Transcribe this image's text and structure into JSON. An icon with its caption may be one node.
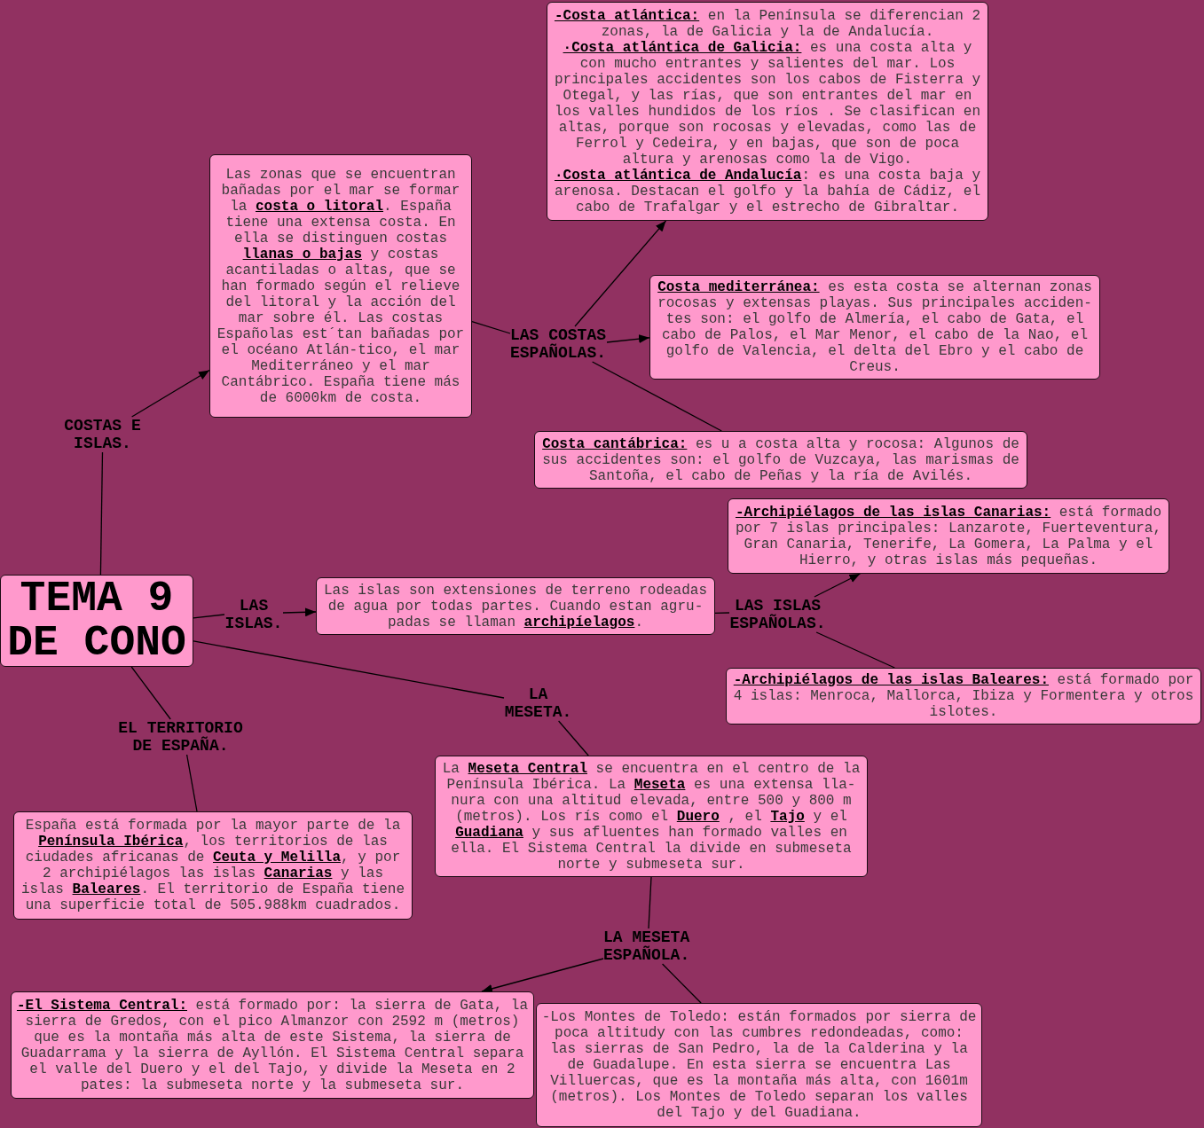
{
  "diagram": {
    "nodes": [
      {
        "text": [
          "TEMA 9 DE CONO"
        ]
      },
      {
        "text": [
          "COSTAS E ISLAS."
        ]
      },
      {
        "text": [
          "Las zonas que se encuentran bañadas por el mar se formar la **costa o litoral**. España tiene una extensa costa. En ella se distinguen costas **llanas o bajas** y costas acantiladas o altas, que se han formado según el relieve del litoral y la acción del mar sobre él. Las costas Españolas est´tan bañadas por el océano Atlán-tico, el mar Mediterráneo y el mar Cantábrico. España tiene más de 6000km de costa."
        ]
      },
      {
        "text": [
          "LAS COSTAS ESPAÑOLAS."
        ]
      },
      {
        "text": [
          "**-Costa atlántica:** en la Península se diferencian 2 zonas, la de Galicia y la de Andalucía.",
          "**·Costa atlántica de Galicia:** es una costa alta y con mucho entrantes y salientes del mar. Los principales accidentes son los cabos de Fisterra y Otegal, y las rías, que son entrantes del mar en los valles hundidos de los ríos . Se clasifican en altas, porque son rocosas y elevadas, como las de Ferrol y Cedeira, y en bajas, que son de poca altura y arenosas como la de Vigo.",
          "**·Costa atlántica de Andalucía**: es una costa baja y arenosa. Destacan el golfo y la bahía de Cádiz, el cabo de Trafalgar y el estrecho de Gibraltar."
        ]
      },
      {
        "text": [
          "**Costa mediterránea:** es esta costa se alternan zonas rocosas y extensas playas. Sus principales acciden-tes son: el golfo de Almería, el cabo de Gata, el cabo de Palos, el Mar Menor, el cabo de la Nao, el golfo de Valencia, el delta del Ebro y el cabo de Creus."
        ]
      },
      {
        "text": [
          "**Costa cantábrica:** es u a costa alta y rocosa: Algunos de sus accidentes son: el golfo de Vuzcaya, las marismas de Santoña, el cabo de Peñas y la ría de Avilés."
        ]
      },
      {
        "text": [
          "LAS ISLAS."
        ]
      },
      {
        "text": [
          "Las islas son extensiones de terreno rodeadas de agua por todas partes. Cuando estan agru-padas se llaman **archipíelagos**."
        ]
      },
      {
        "text": [
          "LAS ISLAS ESPAÑOLAS."
        ]
      },
      {
        "text": [
          "**-Archipiélagos de las islas Canarias:** está formado por 7 islas principales: Lanzarote, Fuerteventura, Gran Canaria, Tenerife, La Gomera, La Palma y el Hierro, y otras islas más pequeñas."
        ]
      },
      {
        "text": [
          "**-Archipiélagos de las islas Baleares:** está formado por 4 islas: Menroca, Mallorca, Ibiza y Formentera y otros islotes."
        ]
      },
      {
        "text": [
          "LA MESETA."
        ]
      },
      {
        "text": [
          "La **Meseta Central** se encuentra en el centro de la Península Ibérica. La **Meseta** es una extensa lla-nura con una altitud elevada, entre 500 y 800 m (metros). Los rís como el **Duero** , el **Tajo** y el **Guadiana** y sus afluentes han formado valles en ella. El Sistema Central la divide en submeseta norte y submeseta sur."
        ]
      },
      {
        "text": [
          "LA MESETA ESPAÑOLA."
        ]
      },
      {
        "text": [
          "**-El Sistema Central:** está formado por: la sierra de Gata, la sierra de Gredos, con el pico Almanzor con 2592 m (metros) que es la montaña más alta de este Sistema, la sierra de Guadarrama y la sierra de Ayllón. El Sistema Central separa el valle del Duero y el del Tajo, y divide la Meseta en 2 pates: la submeseta norte y la submeseta sur."
        ]
      },
      {
        "text": [
          "-Los Montes de Toledo: están formados por sierra de poca altitudy con las cumbres redondeadas, como: las sierras de San Pedro, la de la Calderina y la de Guadalupe. En esta sierra se encuentra Las Villuercas, que es la montaña más alta, con 1601m (metros). Los Montes de Toledo separan los valles del Tajo y del Guadiana."
        ]
      },
      {
        "text": [
          "EL TERRITORIO DE ESPAÑA."
        ]
      },
      {
        "text": [
          "España está formada por la mayor parte de la **Península Ibérica**, los territorios de las ciudades africanas de **Ceuta y Melilla**, y por 2 archipiélagos las islas **Canarias** y las islas **Baleares**. El territorio de España tiene una superficie total de 505.988km cuadrados."
        ]
      }
    ],
    "edges": [
      {
        "from": 0,
        "to": 1,
        "arrow": "none"
      },
      {
        "from": 1,
        "to": 2,
        "arrow": "to"
      },
      {
        "from": 2,
        "to": 3,
        "arrow": "none"
      },
      {
        "from": 3,
        "to": 4,
        "arrow": "to"
      },
      {
        "from": 3,
        "to": 5,
        "arrow": "to"
      },
      {
        "from": 3,
        "to": 6,
        "arrow": "none"
      },
      {
        "from": 0,
        "to": 7,
        "arrow": "none"
      },
      {
        "from": 7,
        "to": 8,
        "arrow": "to"
      },
      {
        "from": 8,
        "to": 9,
        "arrow": "none"
      },
      {
        "from": 9,
        "to": 10,
        "arrow": "to"
      },
      {
        "from": 9,
        "to": 11,
        "arrow": "none"
      },
      {
        "from": 0,
        "to": 12,
        "arrow": "none"
      },
      {
        "from": 12,
        "to": 13,
        "arrow": "none"
      },
      {
        "from": 13,
        "to": 14,
        "arrow": "none"
      },
      {
        "from": 14,
        "to": 15,
        "arrow": "to"
      },
      {
        "from": 14,
        "to": 16,
        "arrow": "none"
      },
      {
        "from": 0,
        "to": 17,
        "arrow": "none"
      },
      {
        "from": 17,
        "to": 18,
        "arrow": "none"
      }
    ]
  }
}
